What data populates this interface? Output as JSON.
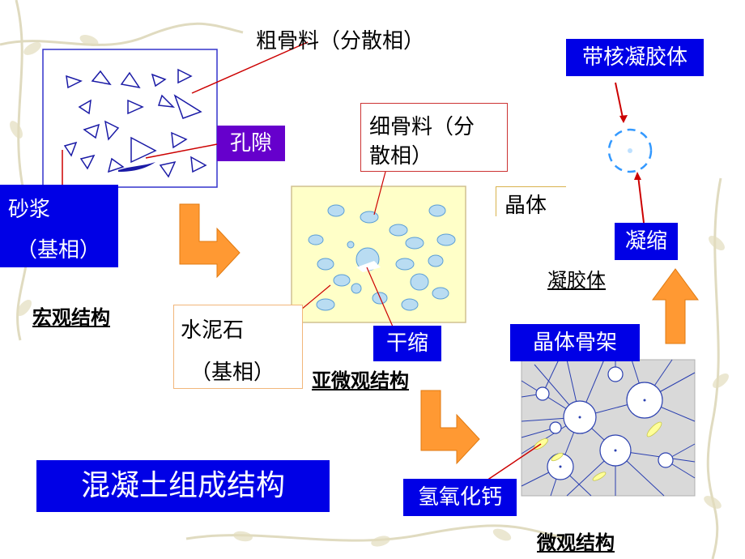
{
  "labels": {
    "coarse_aggregate": "粗骨料（分散相）",
    "pore": "孔隙",
    "mortar_line1": "砂浆",
    "mortar_line2": "（基相）",
    "macro_structure": "宏观结构",
    "fine_aggregate_line1": "细骨料（分",
    "fine_aggregate_line2": "散相）",
    "crystal": "晶体",
    "cement_stone_line1": "水泥石",
    "cement_stone_line2": "（基相）",
    "shrinkage": "干缩",
    "sub_micro_structure": "亚微观结构",
    "nucleated_gel": "带核凝胶体",
    "condensation": "凝缩",
    "gel": "凝胶体",
    "crystal_skeleton": "晶体骨架",
    "calcium_hydroxide": "氢氧化钙",
    "micro_structure": "微观结构",
    "concrete_structure": "混凝土组成结构"
  },
  "colors": {
    "label_blue": "#0000e6",
    "label_purple": "#6600cc",
    "arrow_orange": "#ff9933",
    "leader_red": "#cc0000",
    "paste_yellow": "#ffffc8",
    "particle_blue": "#b9dcf2",
    "micro_gray": "#d9d9d9",
    "gel_circle_blue": "#3399ff",
    "vine_brown": "#c9c29a"
  }
}
